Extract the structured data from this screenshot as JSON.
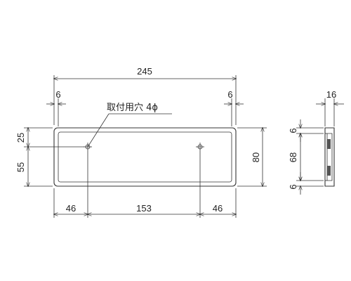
{
  "drawing": {
    "front_view": {
      "overall_width": "245",
      "edge_left": "6",
      "edge_right": "6",
      "hole_note": "取付用穴 4ϕ",
      "height_top": "25",
      "height_bottom": "55",
      "total_height": "80",
      "hole_left_offset": "46",
      "hole_spacing": "153",
      "hole_right_offset": "46"
    },
    "side_view": {
      "depth": "16",
      "top_lip": "6",
      "middle": "68",
      "bottom_lip": "6"
    }
  }
}
